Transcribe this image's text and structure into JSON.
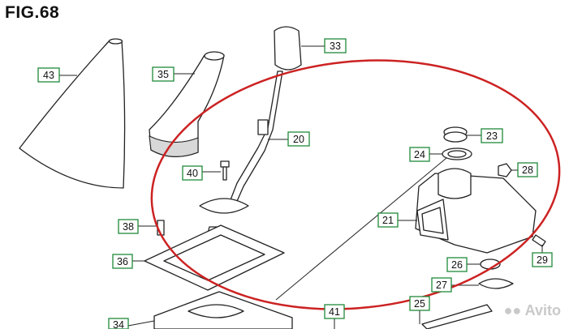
{
  "figure": {
    "title": "FIG.68"
  },
  "highlight_color": "#cc2222",
  "callout_color": "#1f8a3a",
  "callouts": [
    {
      "id": "p43",
      "label": "43"
    },
    {
      "id": "p35",
      "label": "35"
    },
    {
      "id": "p33",
      "label": "33"
    },
    {
      "id": "p20",
      "label": "20"
    },
    {
      "id": "p40",
      "label": "40"
    },
    {
      "id": "p23",
      "label": "23"
    },
    {
      "id": "p24",
      "label": "24"
    },
    {
      "id": "p28",
      "label": "28"
    },
    {
      "id": "p21",
      "label": "21"
    },
    {
      "id": "p38",
      "label": "38"
    },
    {
      "id": "p36",
      "label": "36"
    },
    {
      "id": "p26",
      "label": "26"
    },
    {
      "id": "p29",
      "label": "29"
    },
    {
      "id": "p27",
      "label": "27"
    },
    {
      "id": "p41",
      "label": "41"
    },
    {
      "id": "p25",
      "label": "25"
    },
    {
      "id": "p34",
      "label": "34"
    }
  ],
  "watermark": {
    "icon": "avito-logo-icon",
    "text": "Avito"
  }
}
